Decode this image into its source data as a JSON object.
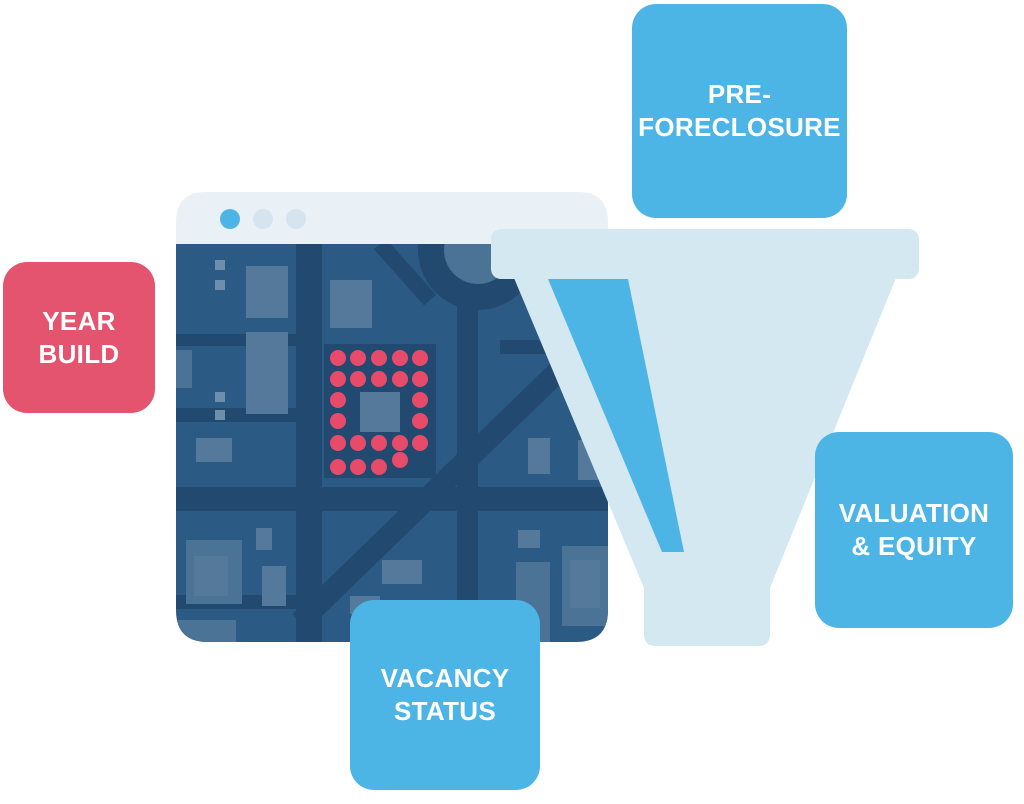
{
  "colors": {
    "accent_blue": "#4db5e6",
    "accent_red": "#e4546e",
    "map_background": "#2b5a85",
    "map_roads": "#224a70",
    "browser_chrome": "#eaf1f6",
    "funnel": "#d3e8f1",
    "marker_dots": "#e84a69"
  },
  "icons": {
    "browser": "browser-window-icon",
    "map": "city-map-icon",
    "funnel": "funnel-filter-icon",
    "markers": "dot-marker-icon"
  },
  "labels": {
    "pre_foreclosure": {
      "line1": "PRE-",
      "line2": "FORECLOSURE"
    },
    "year_build": {
      "line1": "YEAR",
      "line2": "BUILD"
    },
    "valuation": {
      "line1": "VALUATION",
      "line2": "& EQUITY"
    },
    "vacancy": {
      "line1": "VACANCY",
      "line2": "STATUS"
    }
  }
}
